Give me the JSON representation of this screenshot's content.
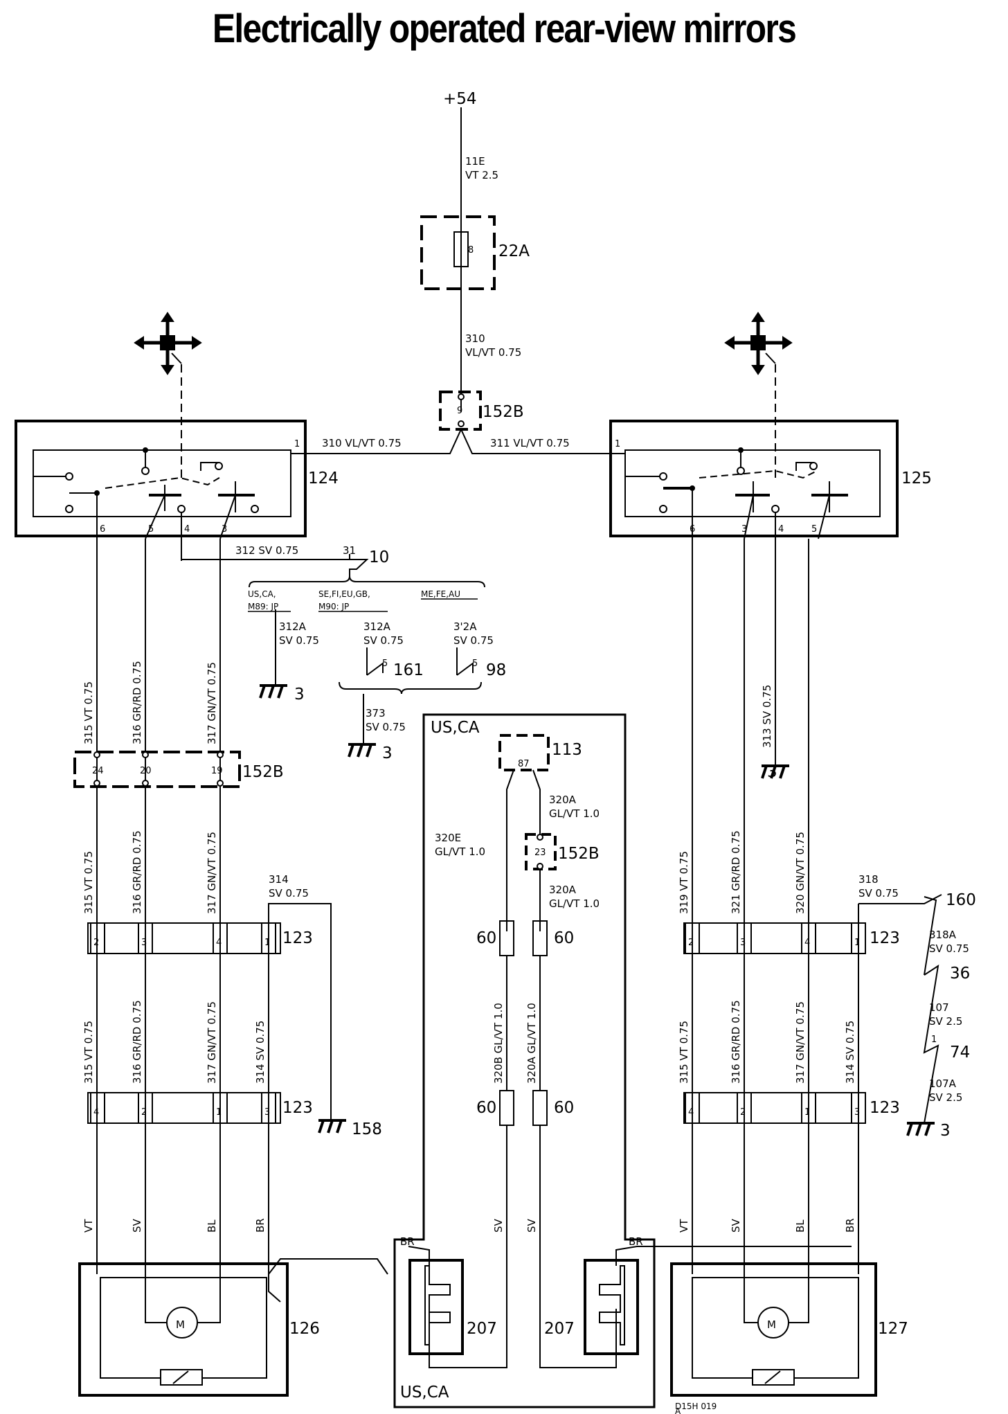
{
  "title": "Electrically operated rear-view mirrors",
  "supply": "+54",
  "wires": {
    "w11e": "11E",
    "w11e_spec": "VT 2.5",
    "w310": "310",
    "w310_spec": "VL/VT 0.75",
    "w310_left": "310 VL/VT 0.75",
    "w311_right": "311 VL/VT 0.75",
    "w312": "312 SV 0.75",
    "w315": "315 VT 0.75",
    "w316": "316 GR/RD 0.75",
    "w317": "317 GN/VT 0.75",
    "w313": "313 SV 0.75",
    "w319": "319 VT 0.75",
    "w321": "321 GR/RD 0.75",
    "w320": "320 GN/VT 0.75",
    "w314": "314",
    "w314_spec": "SV 0.75",
    "w314v": "314 SV 0.75",
    "w318": "318",
    "w318_spec": "SV 0.75",
    "w318a": "318A",
    "w318a_spec": "SV 0.75",
    "w107": "107",
    "w107_spec": "SV 2.5",
    "w107a": "107A",
    "w107a_spec": "SV 2.5",
    "w312a": "312A",
    "w312a_spec": "SV 0.75",
    "w312a_alt": "3'2A",
    "w373": "373",
    "w373_spec": "SV 0.75",
    "w320a": "320A",
    "w320a_spec": "GL/VT 1.0",
    "w320e": "320E",
    "w320e_spec": "GL/VT 1.0",
    "w320b_v": "320B GL/VT 1.0",
    "w320a_v": "320A GL/VT 1.0"
  },
  "markets": {
    "m1": "US,CA,",
    "m1b": "M89: JP",
    "m2": "SE,FI,EU,GB,",
    "m2b": "M90: JP",
    "m3": "ME,FE,AU"
  },
  "components": {
    "fuse_id": "22A",
    "fuse_pin": "8",
    "conn_152b": "152B",
    "pin_9": "9",
    "pin_23": "23",
    "switch_left": "124",
    "switch_right": "125",
    "ground_ref": "10",
    "pin_31": "31",
    "c161": "161",
    "c98": "98",
    "pin_5": "5",
    "ground_3": "3",
    "ground_158": "158",
    "relay": "113",
    "relay_pin": "87",
    "c123": "123",
    "c60": "60",
    "mirror_left": "126",
    "mirror_right": "127",
    "heater": "207",
    "c160": "160",
    "c36": "36",
    "c74": "74",
    "pin_1": "1",
    "region": "US,CA",
    "motor": "M"
  },
  "pins": {
    "p6": "6",
    "p5": "5",
    "p4": "4",
    "p3": "3",
    "p1": "1",
    "p24": "24",
    "p20": "20",
    "p19": "19",
    "p2": "2"
  },
  "colors_short": {
    "vt": "VT",
    "sv": "SV",
    "bl": "BL",
    "br": "BR"
  },
  "drawing_code": "D15H 019",
  "drawing_rev": "A"
}
